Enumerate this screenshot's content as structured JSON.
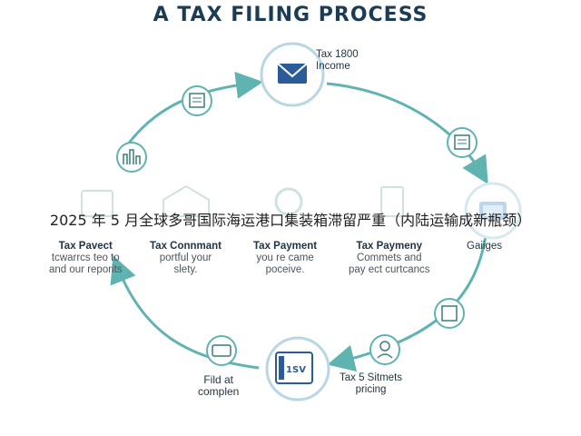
{
  "title": "A TAX FILING PROCESS",
  "overlay_text": "2025 年 5 月全球多哥国际海运港口集装箱滞留严重（内陆运输成新瓶颈）",
  "icon_badge_text": "1SV",
  "nodes": [
    {
      "lines": [
        "Tax 1800",
        "Income"
      ]
    },
    {
      "lines": [
        "Gaiiges"
      ]
    },
    {
      "lines": [
        "Tax 5 Sitmets",
        "pricing"
      ]
    },
    {
      "lines": [
        "Fild at",
        "complen"
      ]
    }
  ],
  "inner_steps": [
    {
      "head": "Tax Pavect",
      "sub": [
        "tcwarrcs teo to",
        "and our reporits"
      ]
    },
    {
      "head": "Tax Connmant",
      "sub": [
        "portful your",
        "slety."
      ]
    },
    {
      "head": "Tax Payment",
      "sub": [
        "you re came",
        "poceive."
      ]
    },
    {
      "head": "Tax Paymeny",
      "sub": [
        "Commets and",
        "pay ect curtcancs"
      ]
    }
  ],
  "colors": {
    "ring": "#5fb3b0",
    "node_stroke": "#b9d6e4",
    "blue": "#2a5c9c",
    "title": "#1b3c55"
  },
  "icons": [
    "envelope-icon",
    "receipt-icon",
    "document-icon",
    "person-icon",
    "tablet-icon",
    "chart-icon",
    "list-icon",
    "house-icon",
    "gear-icon"
  ]
}
